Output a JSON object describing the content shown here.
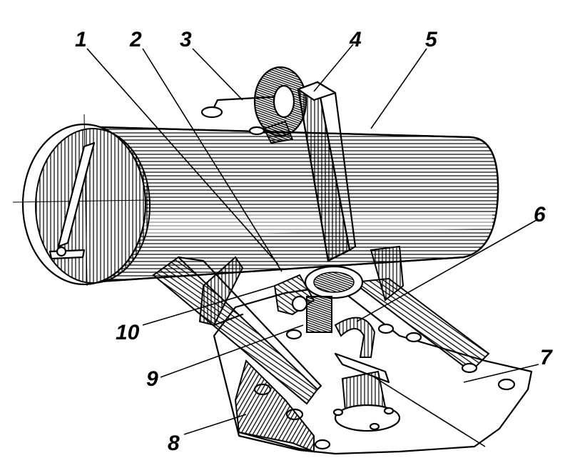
{
  "colors": {
    "ink": "#000000",
    "paper": "#ffffff"
  },
  "callouts": [
    {
      "id": "1",
      "label": "1"
    },
    {
      "id": "2",
      "label": "2"
    },
    {
      "id": "3",
      "label": "3"
    },
    {
      "id": "4",
      "label": "4"
    },
    {
      "id": "5",
      "label": "5"
    },
    {
      "id": "6",
      "label": "6"
    },
    {
      "id": "7",
      "label": "7"
    },
    {
      "id": "8",
      "label": "8"
    },
    {
      "id": "9",
      "label": "9"
    },
    {
      "id": "10",
      "label": "10"
    }
  ]
}
